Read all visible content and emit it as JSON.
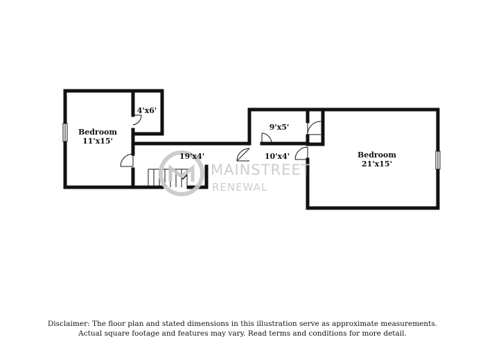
{
  "rooms": {
    "bedroom_left": {
      "name": "Bedroom",
      "dim": "11'x15'"
    },
    "closet_small": {
      "dim": "4'x6'"
    },
    "hall": {
      "dim": "19'x4'"
    },
    "closet_mid": {
      "dim": "9'x5'"
    },
    "hall_right": {
      "dim": "10'x4'"
    },
    "bedroom_right": {
      "name": "Bedroom",
      "dim": "21'x15'"
    }
  },
  "watermark": {
    "line1": "MAINSTREET",
    "line2": "RENEWAL"
  },
  "disclaimer": {
    "line1": "Disclaimer: The floor plan and stated dimensions in this illustration serve as approximate measurements.",
    "line2": "Actual square footage and features may vary. Read terms and conditions for more detail."
  },
  "colors": {
    "wall": "#111111",
    "watermark": "#c8c8c8"
  }
}
